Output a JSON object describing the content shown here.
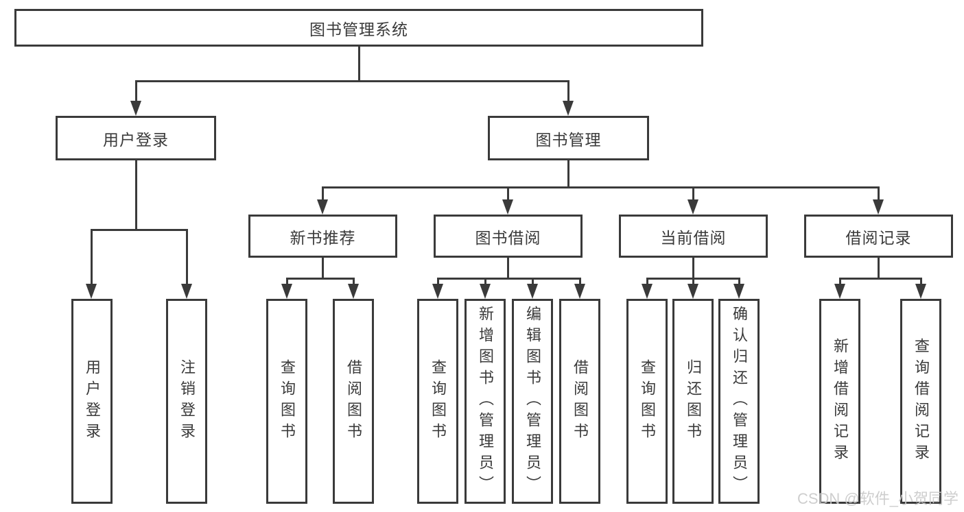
{
  "diagram": {
    "root": {
      "label": "图书管理系统"
    },
    "level2": {
      "user_login": {
        "label": "用户登录"
      },
      "book_mgmt": {
        "label": "图书管理"
      }
    },
    "level3": {
      "new_books": {
        "label": "新书推荐"
      },
      "book_borrow": {
        "label": "图书借阅"
      },
      "current_borrow": {
        "label": "当前借阅"
      },
      "borrow_records": {
        "label": "借阅记录"
      }
    },
    "leaves": {
      "user_login": [
        "用户登录",
        "注销登录"
      ],
      "new_books": [
        "查询图书",
        "借阅图书"
      ],
      "book_borrow": [
        "查询图书",
        "新增图书（管理员）",
        "编辑图书（管理员）",
        "借阅图书"
      ],
      "current_borrow": [
        "查询图书",
        "归还图书",
        "确认归还（管理员）"
      ],
      "borrow_records": [
        "新增借阅记录",
        "查询借阅记录"
      ]
    }
  },
  "watermark": {
    "text": "CSDN @软件_小贺同学"
  },
  "colors": {
    "line": "#3a3a3a",
    "text": "#3a3a3a",
    "watermark": "#c9c9c9",
    "background": "#ffffff"
  }
}
